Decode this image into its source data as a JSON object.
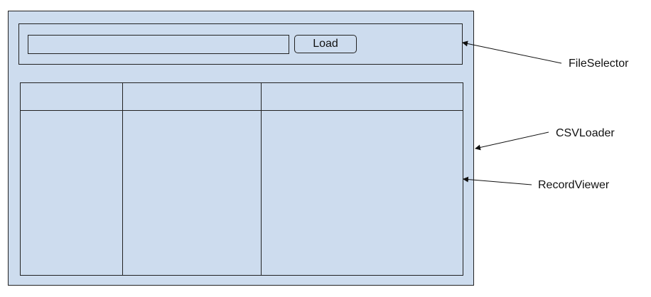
{
  "components": {
    "csv_loader": {
      "name": "CSVLoader"
    },
    "file_selector": {
      "name": "FileSelector",
      "file_path_value": "",
      "load_button_label": "Load"
    },
    "record_viewer": {
      "name": "RecordViewer",
      "column_headers": [
        "",
        "",
        ""
      ]
    }
  },
  "colors": {
    "container_fill": "#cddcee",
    "outline": "#222222"
  }
}
